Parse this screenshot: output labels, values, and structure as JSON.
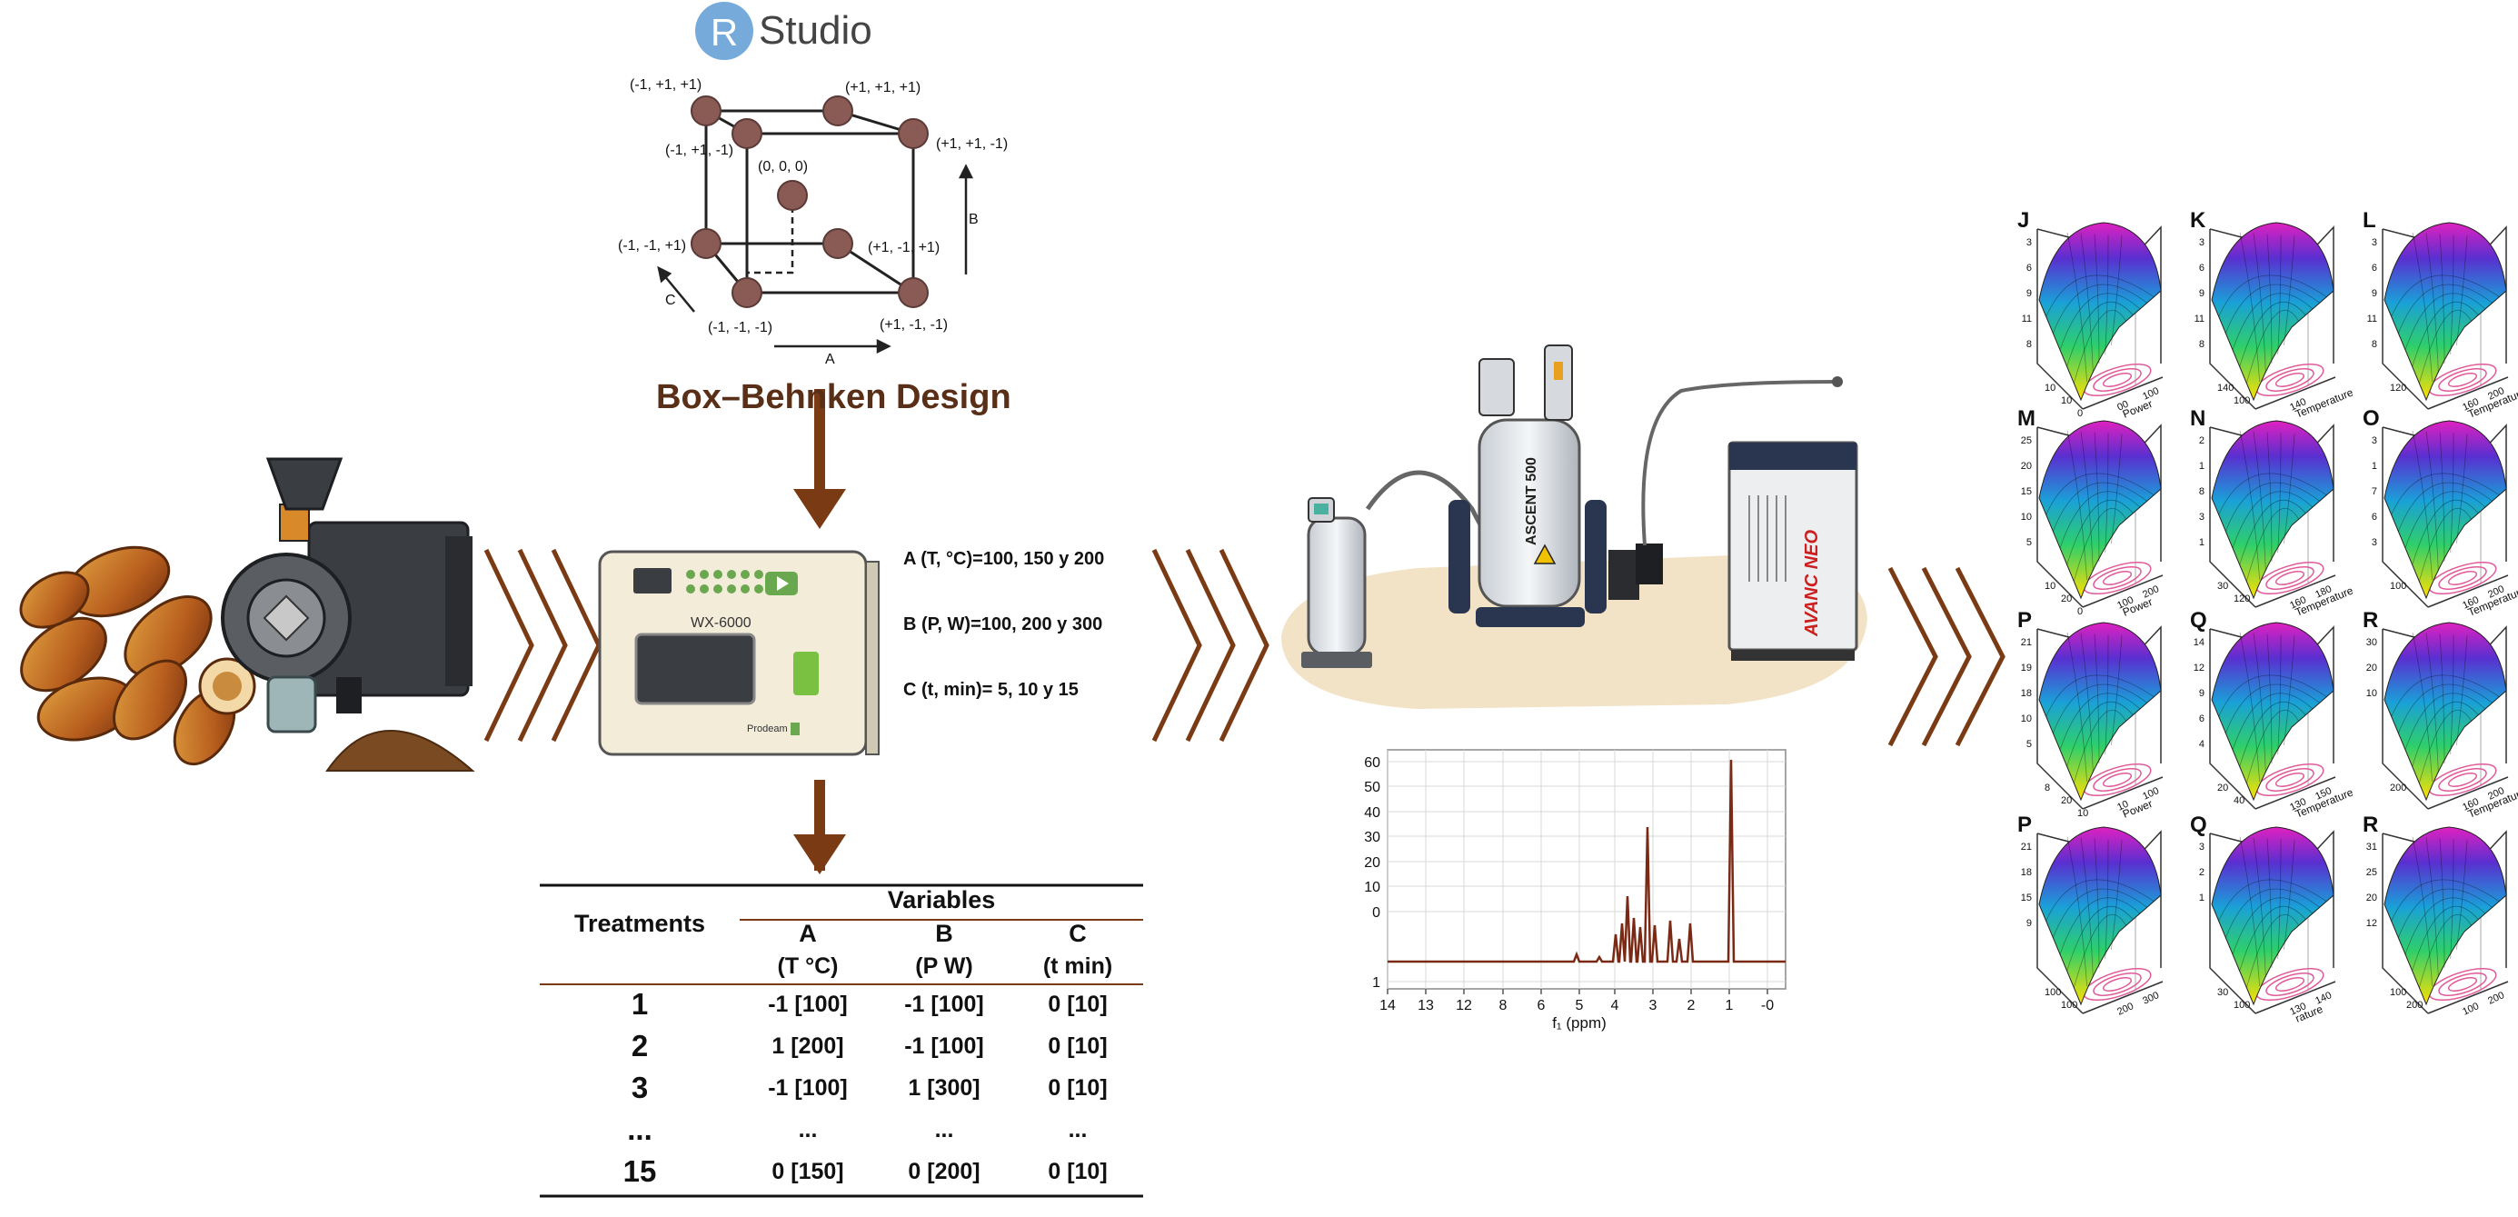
{
  "rstudio": {
    "badge": "R",
    "name": "Studio"
  },
  "cube_points": [
    {
      "label": "(-1, +1, +1)"
    },
    {
      "label": "(+1, +1, +1)"
    },
    {
      "label": "(-1, +1, -1)"
    },
    {
      "label": "(+1, +1, -1)"
    },
    {
      "label": "(0, 0, 0)"
    },
    {
      "label": "(-1, -1, +1)"
    },
    {
      "label": "(+1, -1, +1)"
    },
    {
      "label": "(-1, -1, -1)"
    },
    {
      "label": "(+1, -1, -1)"
    }
  ],
  "axis_labels": {
    "a": "A",
    "b": "B",
    "c": "C"
  },
  "design_title": "Box–Behnken Design",
  "microwave": {
    "model": "WX-6000",
    "brand": "Prodeam"
  },
  "parameters": [
    "A (T, °C)=100, 150 y 200",
    "B (P, W)=100, 200 y 300",
    "C (t, min)= 5, 10 y 15"
  ],
  "table": {
    "treatments_header": "Treatments",
    "variables_header": "Variables",
    "columns": [
      {
        "name": "A",
        "unit": "(T °C)"
      },
      {
        "name": "B",
        "unit": "(P W)"
      },
      {
        "name": "C",
        "unit": "(t min)"
      }
    ],
    "rows": [
      {
        "t": "1",
        "a": "-1 [100]",
        "b": "-1 [100]",
        "c": "0 [10]"
      },
      {
        "t": "2",
        "a": "1 [200]",
        "b": "-1 [100]",
        "c": "0 [10]"
      },
      {
        "t": "3",
        "a": "-1 [100]",
        "b": "1 [300]",
        "c": "0 [10]"
      },
      {
        "t": "...",
        "a": "...",
        "b": "...",
        "c": "..."
      },
      {
        "t": "15",
        "a": "0 [150]",
        "b": "0 [200]",
        "c": "0 [10]"
      }
    ]
  },
  "nmr": {
    "magnet_label": "ASCENT 500",
    "console_label": "AVANC NEO"
  },
  "spectrum": {
    "y_ticks": [
      "60",
      "50",
      "40",
      "30",
      "20",
      "10",
      "0",
      "1"
    ],
    "x_ticks": [
      "14",
      "13",
      "12",
      "8",
      "6",
      "5",
      "4",
      "3",
      "2",
      "1",
      "-0"
    ],
    "x_label": "f₁ (ppm)"
  },
  "surface_panels": [
    {
      "letter": "J",
      "z_ticks": [
        "3",
        "6",
        "9",
        "11",
        "8"
      ],
      "x_ticks": [
        "10",
        "10",
        "0"
      ],
      "y_ticks": [
        "00",
        "100"
      ],
      "axis_title": "Power"
    },
    {
      "letter": "K",
      "z_ticks": [
        "3",
        "6",
        "9",
        "11",
        "8"
      ],
      "x_ticks": [
        "140",
        "100"
      ],
      "y_ticks": [
        "140"
      ],
      "axis_title": "Temperature"
    },
    {
      "letter": "L",
      "z_ticks": [
        "3",
        "6",
        "9",
        "11",
        "8"
      ],
      "x_ticks": [
        "120"
      ],
      "y_ticks": [
        "160",
        "200"
      ],
      "axis_title": "Temperature"
    },
    {
      "letter": "M",
      "z_ticks": [
        "25",
        "20",
        "15",
        "10",
        "5"
      ],
      "x_ticks": [
        "10",
        "20",
        "0"
      ],
      "y_ticks": [
        "100",
        "200"
      ],
      "axis_title": "Power"
    },
    {
      "letter": "N",
      "z_ticks": [
        "2",
        "1",
        "8",
        "3",
        "1"
      ],
      "x_ticks": [
        "30",
        "120"
      ],
      "y_ticks": [
        "160",
        "180"
      ],
      "axis_title": "Temperature"
    },
    {
      "letter": "O",
      "z_ticks": [
        "3",
        "1",
        "7",
        "6",
        "3"
      ],
      "x_ticks": [
        "100"
      ],
      "y_ticks": [
        "160",
        "200"
      ],
      "axis_title": "Temperature"
    },
    {
      "letter": "P",
      "z_ticks": [
        "21",
        "19",
        "18",
        "10",
        "5"
      ],
      "x_ticks": [
        "8",
        "20",
        "10"
      ],
      "y_ticks": [
        "10",
        "100"
      ],
      "axis_title": "Power"
    },
    {
      "letter": "Q",
      "z_ticks": [
        "14",
        "12",
        "9",
        "6",
        "4"
      ],
      "x_ticks": [
        "20",
        "40"
      ],
      "y_ticks": [
        "130",
        "150"
      ],
      "axis_title": "Temperature"
    },
    {
      "letter": "R",
      "z_ticks": [
        "30",
        "20",
        "10"
      ],
      "x_ticks": [
        "200"
      ],
      "y_ticks": [
        "160",
        "200"
      ],
      "axis_title": "Temperature"
    },
    {
      "letter": "P",
      "z_ticks": [
        "21",
        "18",
        "15",
        "9"
      ],
      "x_ticks": [
        "100",
        "100"
      ],
      "y_ticks": [
        "200",
        "300"
      ],
      "axis_title": ""
    },
    {
      "letter": "Q",
      "z_ticks": [
        "3",
        "2",
        "1"
      ],
      "x_ticks": [
        "30",
        "100"
      ],
      "y_ticks": [
        "130",
        "140"
      ],
      "axis_title": "rature"
    },
    {
      "letter": "R",
      "z_ticks": [
        "31",
        "25",
        "20",
        "12"
      ],
      "x_ticks": [
        "100",
        "200"
      ],
      "y_ticks": [
        "100",
        "200"
      ],
      "axis_title": ""
    }
  ],
  "colors": {
    "brown": "#7a3a14",
    "node": "#8a5a55",
    "rstudio_blue": "#75aadb",
    "spectrum": "#7a2a14",
    "sand": "#f2e2c6"
  }
}
